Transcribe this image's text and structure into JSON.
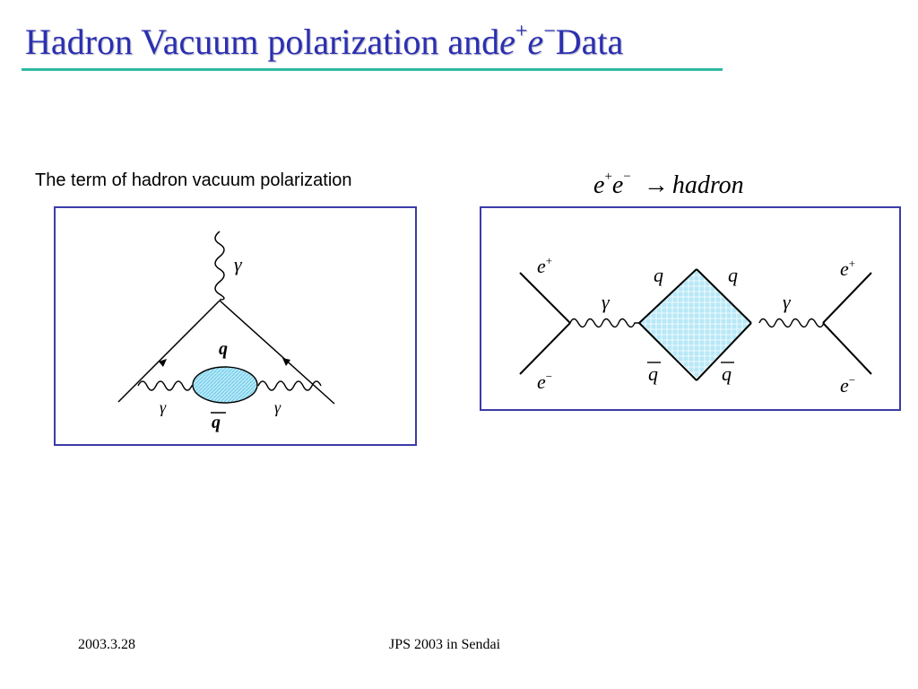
{
  "title": {
    "prefix": "Hadron Vacuum polarization and",
    "e1": "e",
    "sup1": "+",
    "e2": "e",
    "sup2": "−",
    "suffix": "Data"
  },
  "caption": "The term of hadron vacuum polarization",
  "reaction": {
    "e1": "e",
    "sup1": "+",
    "e2": "e",
    "sup2": "−",
    "arrow": "→",
    "product": "hadron"
  },
  "left_diagram": {
    "photon_top": "γ",
    "quark": "q",
    "antiquark": "q",
    "photon_left": "γ",
    "photon_right": "γ"
  },
  "right_diagram": {
    "e_plus_left": "e",
    "e_plus_left_sup": "+",
    "e_minus_left": "e",
    "e_minus_left_sup": "−",
    "e_plus_right": "e",
    "e_plus_right_sup": "+",
    "e_minus_right": "e",
    "e_minus_right_sup": "−",
    "quark_left": "q",
    "quark_right": "q",
    "antiquark_left": "q",
    "antiquark_right": "q",
    "photon_left": "γ",
    "photon_right": "γ"
  },
  "colors": {
    "title": "#2b2fb0",
    "rule": "#2fb9a2",
    "panel_border": "#3b3ba8",
    "blob_fill": "#a9e3f5"
  },
  "footer": {
    "date": "2003.3.28",
    "venue": "JPS 2003 in Sendai"
  }
}
